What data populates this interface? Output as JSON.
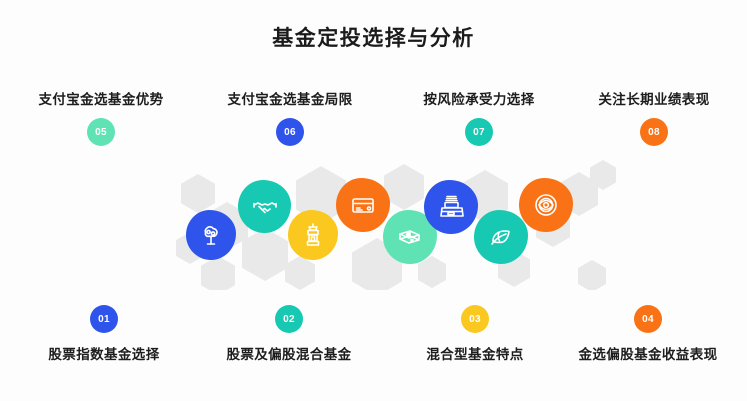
{
  "page": {
    "title": "基金定投选择与分析",
    "background_color": "#fdfdfd",
    "hex_color": "#e9e9e9"
  },
  "palette": {
    "blue": "#2f54eb",
    "teal": "#17c9b2",
    "mint": "#5fe3b4",
    "yellow": "#fac81e",
    "orange": "#f97316"
  },
  "callouts_top": [
    {
      "number": "05",
      "label": "支付宝金选基金优势",
      "color": "#5fe3b4",
      "icon": "leaf-icon"
    },
    {
      "number": "06",
      "label": "支付宝金选基金局限",
      "color": "#2f54eb",
      "icon": "cash-register-icon"
    },
    {
      "number": "07",
      "label": "按风险承受力选择",
      "color": "#17c9b2",
      "icon": "eye-radar-icon"
    },
    {
      "number": "08",
      "label": "关注长期业绩表现",
      "color": "#f97316",
      "icon": "chart-icon"
    }
  ],
  "callouts_bottom": [
    {
      "number": "01",
      "label": "股票指数基金选择",
      "color": "#2f54eb",
      "icon": "money-tree-icon"
    },
    {
      "number": "02",
      "label": "股票及偏股混合基金",
      "color": "#17c9b2",
      "icon": "handshake-icon"
    },
    {
      "number": "03",
      "label": "混合型基金特点",
      "color": "#fac81e",
      "icon": "tower-icon"
    },
    {
      "number": "04",
      "label": "金选偏股基金收益表现",
      "color": "#f97316",
      "icon": "credit-card-icon"
    }
  ],
  "icons": [
    {
      "name": "money-tree-icon",
      "color": "#2f54eb"
    },
    {
      "name": "handshake-icon",
      "color": "#17c9b2"
    },
    {
      "name": "tower-icon",
      "color": "#fac81e"
    },
    {
      "name": "credit-card-icon",
      "color": "#f97316"
    },
    {
      "name": "banknotes-icon",
      "color": "#5fe3b4"
    },
    {
      "name": "cash-register-icon",
      "color": "#2f54eb"
    },
    {
      "name": "leaf-icon",
      "color": "#17c9b2"
    },
    {
      "name": "eye-radar-icon",
      "color": "#f97316"
    }
  ]
}
